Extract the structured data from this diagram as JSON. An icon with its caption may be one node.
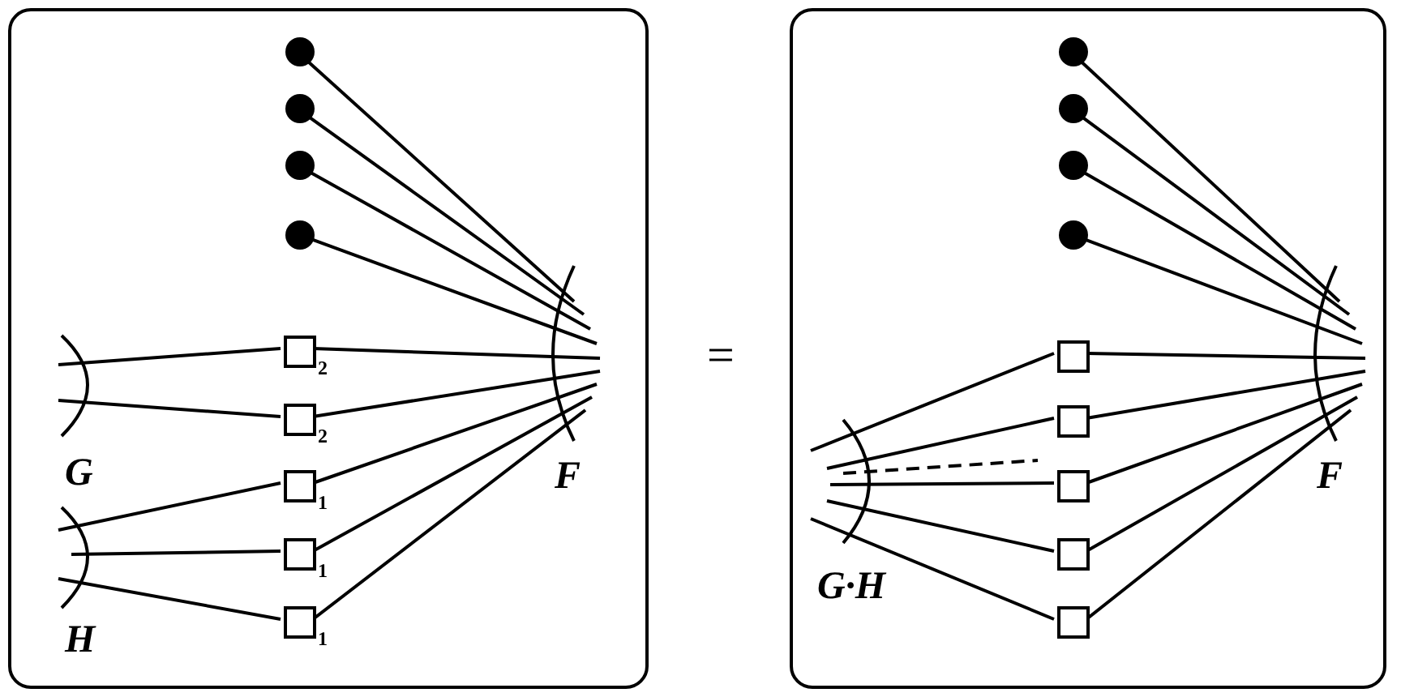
{
  "diagram": {
    "nodes": [
      {
        "text": [],
        "shape": "box"
      },
      {
        "text": [],
        "shape": "circle",
        "in": 0
      },
      {
        "text": [],
        "shape": "circle",
        "in": 0
      },
      {
        "text": [],
        "shape": "circle",
        "in": 0
      },
      {
        "text": [],
        "shape": "circle",
        "in": 0
      },
      {
        "text": [],
        "shape": "box",
        "in": 0,
        "beside": [
          "2"
        ]
      },
      {
        "text": [],
        "shape": "box",
        "in": 0,
        "beside": [
          "2"
        ]
      },
      {
        "text": [],
        "shape": "box",
        "in": 0,
        "beside": [
          "1"
        ]
      },
      {
        "text": [],
        "shape": "box",
        "in": 0,
        "beside": [
          "1"
        ]
      },
      {
        "text": [],
        "shape": "box",
        "in": 0,
        "beside": [
          "1"
        ]
      },
      {
        "text": [
          "G"
        ],
        "in": 0
      },
      {
        "text": [
          "H"
        ],
        "in": 0
      },
      {
        "text": [
          "F"
        ],
        "in": 0
      },
      {
        "text": [],
        "shape": "box"
      },
      {
        "text": [],
        "shape": "circle",
        "in": 13
      },
      {
        "text": [],
        "shape": "circle",
        "in": 13
      },
      {
        "text": [],
        "shape": "circle",
        "in": 13
      },
      {
        "text": [],
        "shape": "circle",
        "in": 13
      },
      {
        "text": [],
        "shape": "box",
        "in": 13
      },
      {
        "text": [],
        "shape": "box",
        "in": 13
      },
      {
        "text": [],
        "shape": "box",
        "in": 13
      },
      {
        "text": [],
        "shape": "box",
        "in": 13
      },
      {
        "text": [],
        "shape": "box",
        "in": 13
      },
      {
        "text": [
          "G·H"
        ],
        "in": 13
      },
      {
        "text": [
          "F"
        ],
        "in": 13
      }
    ],
    "edges": [
      {
        "from": 1,
        "to": 12,
        "arrow": "none"
      },
      {
        "from": 2,
        "to": 12,
        "arrow": "none"
      },
      {
        "from": 3,
        "to": 12,
        "arrow": "none"
      },
      {
        "from": 4,
        "to": 12,
        "arrow": "none"
      },
      {
        "from": 5,
        "to": 12,
        "arrow": "none"
      },
      {
        "from": 6,
        "to": 12,
        "arrow": "none"
      },
      {
        "from": 7,
        "to": 12,
        "arrow": "none"
      },
      {
        "from": 8,
        "to": 12,
        "arrow": "none"
      },
      {
        "from": 9,
        "to": 12,
        "arrow": "none"
      },
      {
        "from": 10,
        "to": 5,
        "arrow": "none"
      },
      {
        "from": 10,
        "to": 6,
        "arrow": "none"
      },
      {
        "from": 11,
        "to": 7,
        "arrow": "none"
      },
      {
        "from": 11,
        "to": 8,
        "arrow": "none"
      },
      {
        "from": 11,
        "to": 9,
        "arrow": "none"
      },
      {
        "from": 14,
        "to": 24,
        "arrow": "none"
      },
      {
        "from": 15,
        "to": 24,
        "arrow": "none"
      },
      {
        "from": 16,
        "to": 24,
        "arrow": "none"
      },
      {
        "from": 17,
        "to": 24,
        "arrow": "none"
      },
      {
        "from": 18,
        "to": 24,
        "arrow": "none"
      },
      {
        "from": 19,
        "to": 24,
        "arrow": "none"
      },
      {
        "from": 20,
        "to": 24,
        "arrow": "none"
      },
      {
        "from": 21,
        "to": 24,
        "arrow": "none"
      },
      {
        "from": 22,
        "to": 24,
        "arrow": "none"
      },
      {
        "from": 23,
        "to": 18,
        "arrow": "none"
      },
      {
        "from": 23,
        "to": 19,
        "arrow": "none"
      },
      {
        "from": 23,
        "to": 20,
        "arrow": "none"
      },
      {
        "from": 23,
        "to": 21,
        "arrow": "none"
      },
      {
        "from": 23,
        "to": 22,
        "arrow": "none"
      },
      {
        "from": 23,
        "to": null,
        "arrow": "none",
        "style": "dashed"
      }
    ],
    "labels": [
      "="
    ]
  }
}
